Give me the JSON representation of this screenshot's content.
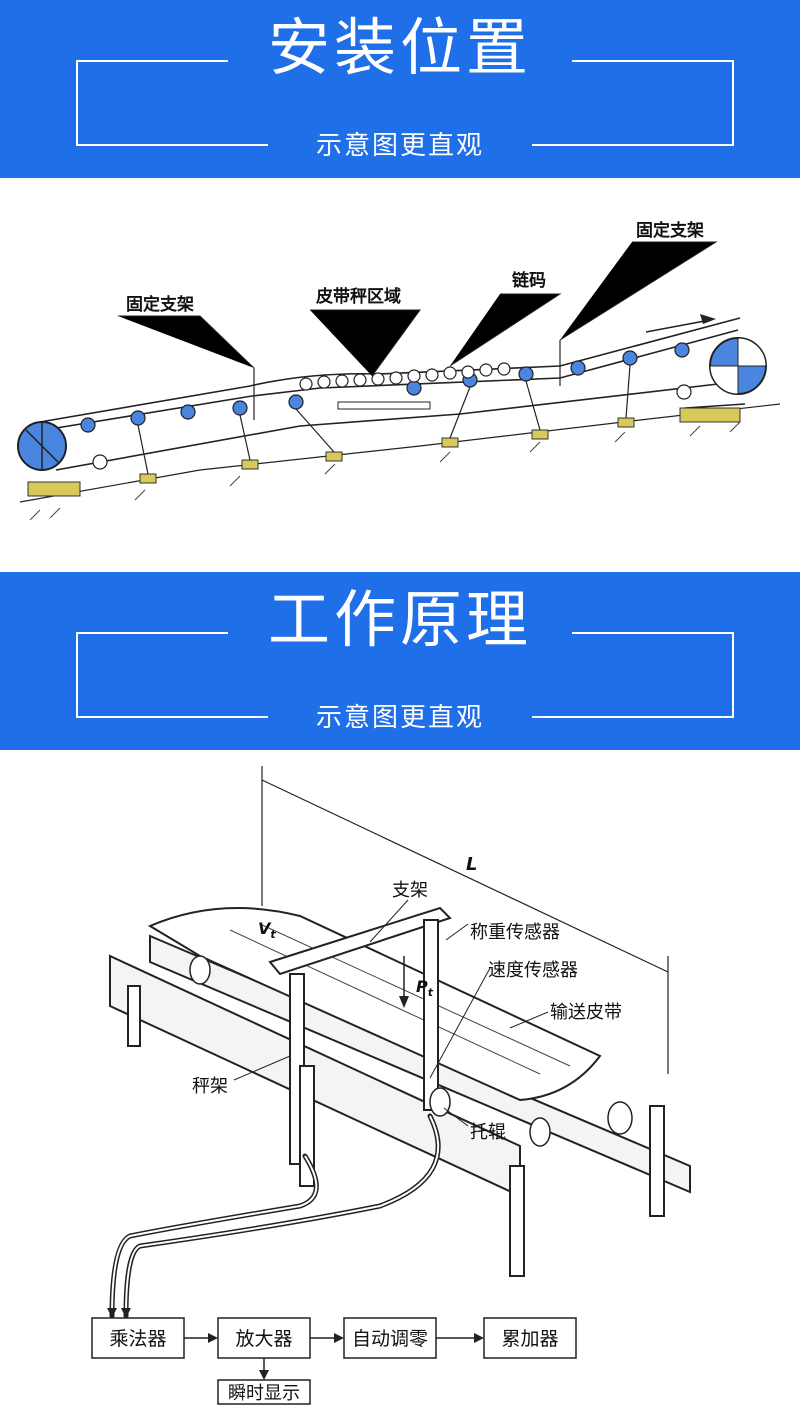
{
  "section1": {
    "title": "安装位置",
    "subtitle": "示意图更直观"
  },
  "diagram1": {
    "labels": {
      "fixed_support_left": "固定支架",
      "scale_area": "皮带秤区域",
      "chain_weight": "链码",
      "fixed_support_right": "固定支架"
    }
  },
  "section2": {
    "title": "工作原理",
    "subtitle": "示意图更直观"
  },
  "diagram2": {
    "labels": {
      "support": "支架",
      "weighing_sensor": "称重传感器",
      "speed_sensor": "速度传感器",
      "conveyor_belt": "输送皮带",
      "scale_frame": "秤架",
      "idler": "托辊",
      "length": "L",
      "velocity_v": "V",
      "velocity_sub": "t",
      "pressure_p": "P",
      "pressure_sub": "t"
    },
    "blocks": {
      "multiplier": "乘法器",
      "amplifier": "放大器",
      "auto_zero": "自动调零",
      "accumulator": "累加器",
      "instant_display": "瞬时显示"
    }
  },
  "colors": {
    "banner_blue": "#1f6fe8",
    "roller_blue": "#4a86e0",
    "base_yellow": "#d9c85a"
  }
}
